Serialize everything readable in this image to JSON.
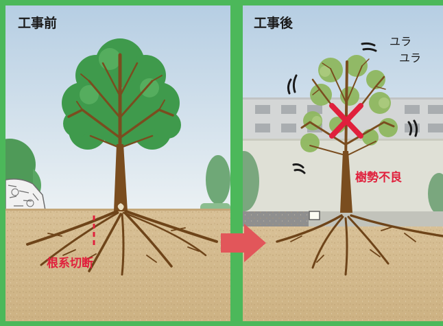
{
  "panels": {
    "before": {
      "title": "工事前",
      "annotation": "根系切断"
    },
    "after": {
      "title": "工事後",
      "sway_1": "ユラ",
      "sway_2": "ユラ",
      "annotation": "樹勢不良"
    }
  },
  "colors": {
    "frame": "#4cb85a",
    "sky_top": "#b8d0e4",
    "sky_bottom": "#f4f7f7",
    "soil": "#d2b88c",
    "trunk": "#7a4d1f",
    "foliage_healthy": "#3f9a4c",
    "foliage_weak": "#8fb860",
    "accent_red": "#e0203c",
    "arrow": "#e2565a",
    "wall": "#dfe0d6",
    "building": "#d4d6d6"
  },
  "icons": {
    "arrow": "right-arrow-icon",
    "cross": "x-mark-icon"
  }
}
